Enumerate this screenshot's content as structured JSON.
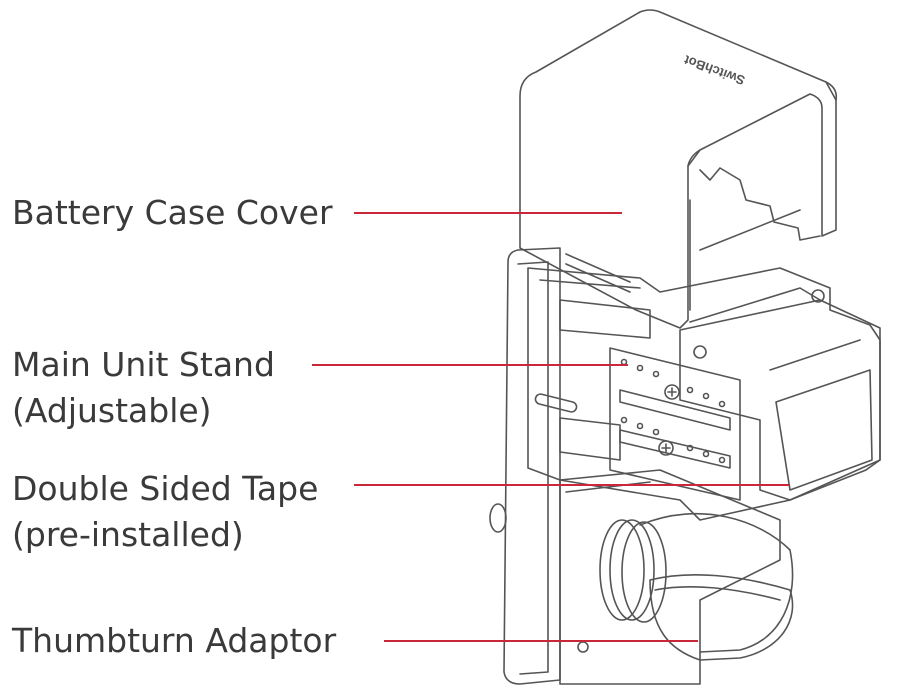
{
  "labels": {
    "battery_case_cover": "Battery Case Cover",
    "main_unit_stand": "Main Unit Stand",
    "main_unit_stand_note": "(Adjustable)",
    "double_sided_tape": "Double Sided Tape",
    "double_sided_tape_note": "(pre-installed)",
    "thumbturn_adaptor": "Thumbturn Adaptor"
  },
  "brand": "SwitchBot",
  "colors": {
    "leader_line": "#c8283a",
    "outline": "#555555",
    "text": "#3a3a3a"
  }
}
